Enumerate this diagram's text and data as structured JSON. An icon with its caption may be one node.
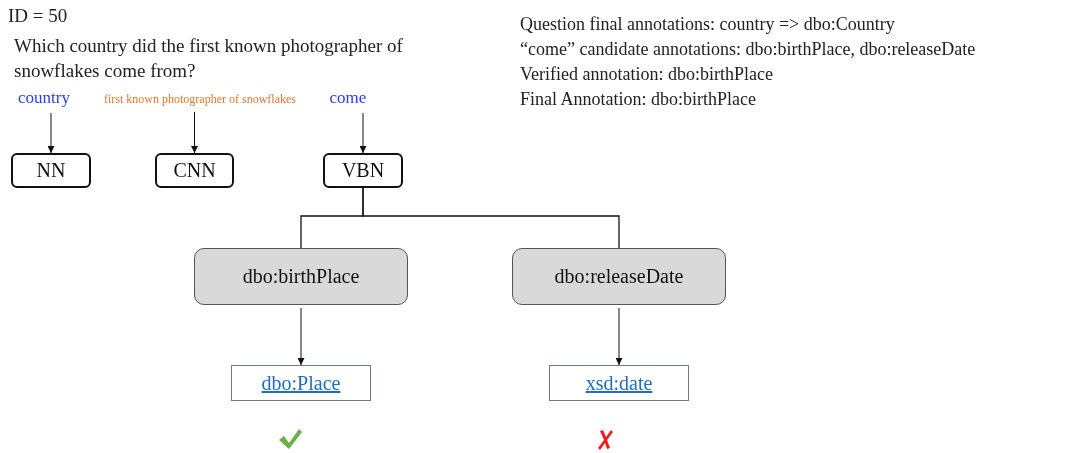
{
  "diagram": {
    "nodes": [
      {
        "text": [
          "country"
        ]
      },
      {
        "text": [
          "first known photographer of snowflakes"
        ]
      },
      {
        "text": [
          "come"
        ]
      },
      {
        "text": [
          "NN"
        ]
      },
      {
        "text": [
          "CNN"
        ]
      },
      {
        "text": [
          "VBN"
        ]
      },
      {
        "text": [
          "dbo:birthPlace"
        ]
      },
      {
        "text": [
          "dbo:releaseDate"
        ]
      },
      {
        "text": [
          "dbo:Place"
        ]
      },
      {
        "text": [
          "xsd:date"
        ]
      }
    ],
    "edges": [
      {
        "from": 0,
        "to": 3,
        "arrow": "to"
      },
      {
        "from": 1,
        "to": 4,
        "arrow": "to"
      },
      {
        "from": 2,
        "to": 5,
        "arrow": "to"
      },
      {
        "from": 5,
        "to": 6,
        "arrow": "none"
      },
      {
        "from": 5,
        "to": 7,
        "arrow": "none"
      },
      {
        "from": 6,
        "to": 8,
        "arrow": "to"
      },
      {
        "from": 7,
        "to": 9,
        "arrow": "to"
      }
    ],
    "labels": [
      "ID = 50",
      "Which country did the first known photographer of snowflakes come from?",
      "Question final annotations: country => dbo:Country",
      "“come” candidate annotations: dbo:birthPlace, dbo:releaseDate",
      "Verified annotation: dbo:birthPlace",
      "Final Annotation: dbo:birthPlace"
    ]
  }
}
